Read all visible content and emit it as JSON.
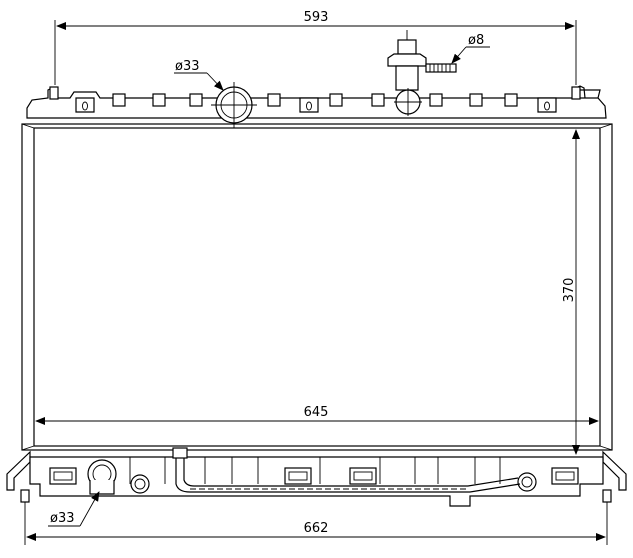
{
  "dimensions": {
    "top_width": "593",
    "core_width": "645",
    "core_height": "370",
    "bottom_width": "662"
  },
  "callouts": {
    "upper_inlet": "ø33",
    "lower_outlet": "ø33",
    "vent_pipe": "ø8"
  }
}
